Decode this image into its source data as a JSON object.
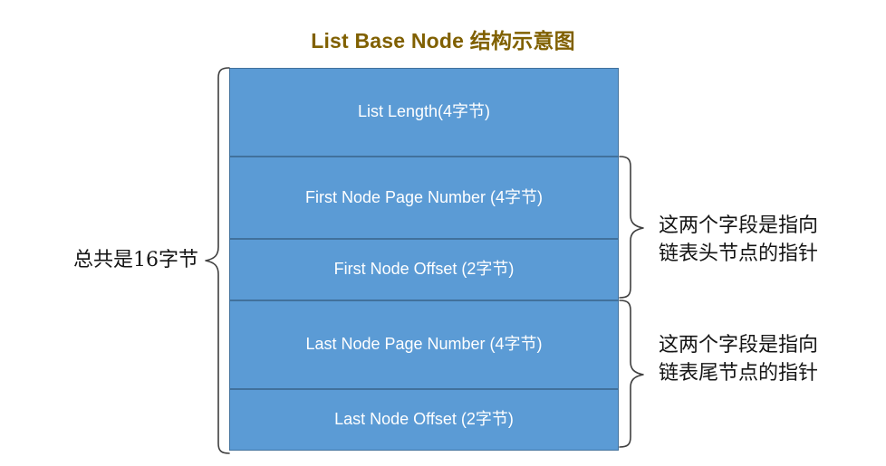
{
  "title": "List Base Node 结构示意图",
  "colors": {
    "title": "#806000",
    "box_fill": "#5B9BD5",
    "box_border": "#41719C",
    "box_text": "#FFFFFF",
    "brace_stroke": "#3F3F3F",
    "annotation_text": "#151515",
    "background": "#FFFFFF"
  },
  "fields": [
    {
      "label": "List Length(4字节)",
      "name": "list-length"
    },
    {
      "label": "First Node Page Number (4字节)",
      "name": "first-node-page-number"
    },
    {
      "label": "First Node Offset (2字节)",
      "name": "first-node-offset"
    },
    {
      "label": "Last Node Page Number (4字节)",
      "name": "last-node-page-number"
    },
    {
      "label": "Last Node Offset (2字节)",
      "name": "last-node-offset"
    }
  ],
  "annotations": {
    "total_size": "总共是16字节",
    "head_pointer": {
      "line1": "这两个字段是指向",
      "line2": "链表头节点的指针"
    },
    "tail_pointer": {
      "line1": "这两个字段是指向",
      "line2": "链表尾节点的指针"
    }
  }
}
